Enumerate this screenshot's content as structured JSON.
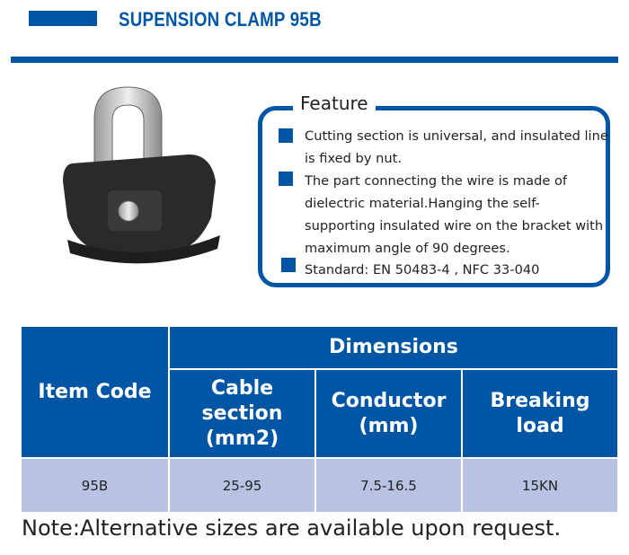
{
  "header": {
    "title": "SUPENSION CLAMP 95B"
  },
  "feature": {
    "label": "Feature",
    "items": [
      "Cutting section is universal, and insulated line is fixed by nut.",
      "The part connecting the wire is made of dielectric material.Hanging the self-supporting insulated wire on the bracket with maximum angle of 90 degrees.",
      "Standard: EN 50483-4 , NFC 33-040"
    ]
  },
  "table": {
    "item_code": "Item Code",
    "dimensions": "Dimensions",
    "columns": [
      "Cable section (mm2)",
      "Conductor (mm)",
      "Breaking load"
    ],
    "rows": [
      {
        "code": "95B",
        "values": [
          "25-95",
          "7.5-16.5",
          "15KN"
        ]
      }
    ]
  },
  "note": "Note:Alternative sizes are available upon request.",
  "colors": {
    "brand": "#0055a5",
    "row": "#b8c3e3"
  }
}
